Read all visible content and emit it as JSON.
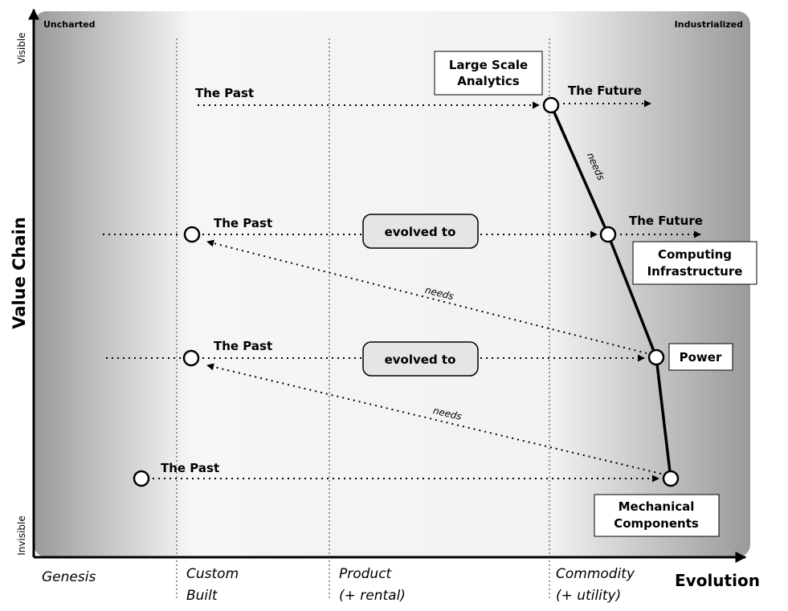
{
  "axes": {
    "y_title": "Value Chain",
    "y_top": "Visible",
    "y_bottom": "Invisible",
    "x_title": "Evolution"
  },
  "zones": {
    "left": "Uncharted",
    "right": "Industrialized"
  },
  "stages": [
    {
      "line1": "Genesis",
      "line2": ""
    },
    {
      "line1": "Custom",
      "line2": "Built"
    },
    {
      "line1": "Product",
      "line2": "(+ rental)"
    },
    {
      "line1": "Commodity",
      "line2": "(+ utility)"
    }
  ],
  "components": {
    "analytics": {
      "line1": "Large Scale",
      "line2": "Analytics"
    },
    "computing": {
      "line1": "Computing",
      "line2": "Infrastructure"
    },
    "power": {
      "line1": "Power"
    },
    "mechanical": {
      "line1": "Mechanical",
      "line2": "Components"
    }
  },
  "labels": {
    "past_1": "The Past",
    "past_2": "The Past",
    "past_3": "The Past",
    "past_4": "The Past",
    "future_1": "The Future",
    "future_2": "The Future",
    "evolved_1": "evolved to",
    "evolved_2": "evolved to",
    "needs_1": "needs",
    "needs_2": "needs",
    "needs_3": "needs"
  }
}
